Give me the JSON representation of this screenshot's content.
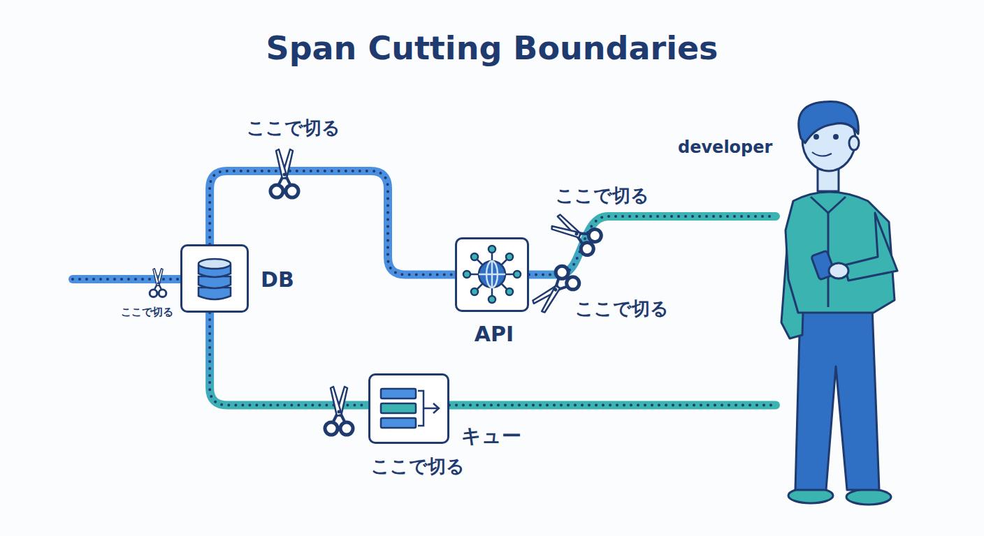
{
  "diagram": {
    "title": "Span Cutting Boundaries",
    "nodes": [
      {
        "text": [
          "DB"
        ]
      },
      {
        "text": [
          "API"
        ]
      },
      {
        "text": [
          "キュー"
        ]
      },
      {
        "text": [
          "developer"
        ]
      }
    ],
    "edges": [
      {
        "from": 0,
        "to": 1,
        "arrow": "none",
        "label": "ここで切る"
      },
      {
        "from": 1,
        "to": 3,
        "arrow": "none"
      },
      {
        "from": 0,
        "to": 2,
        "arrow": "none"
      },
      {
        "from": 2,
        "to": 3,
        "arrow": "none"
      }
    ],
    "labels": [
      "ここで切る",
      "ここで切る",
      "ここで切る",
      "ここで切る"
    ]
  }
}
